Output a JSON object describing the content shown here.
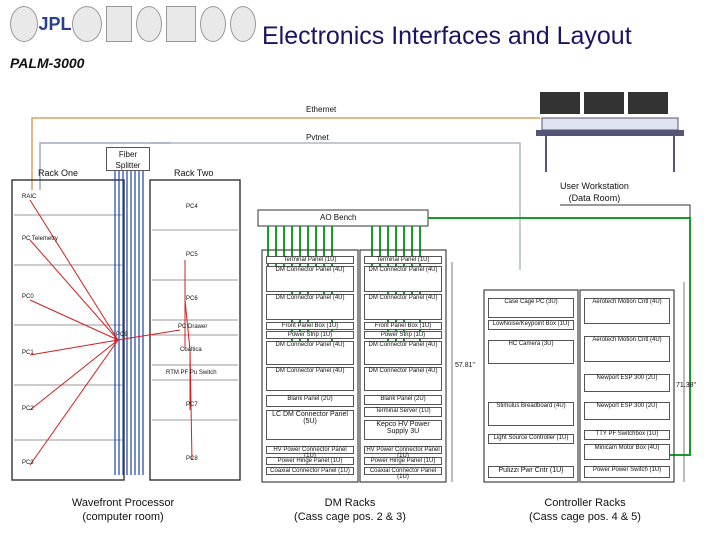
{
  "header": {
    "title": "Electronics Interfaces and Layout",
    "subtitle": "PALM-3000",
    "logos": [
      {
        "name": "caltech-seal-logo",
        "text": ""
      },
      {
        "name": "jpl-logo",
        "text": "JPL"
      },
      {
        "name": "university-seal-logo",
        "text": ""
      },
      {
        "name": "cornell-logo",
        "text": ""
      },
      {
        "name": "seal-logo-2",
        "text": ""
      },
      {
        "name": "star-logo",
        "text": ""
      },
      {
        "name": "nsf-logo",
        "text": ""
      },
      {
        "name": "moore-logo",
        "text": ""
      }
    ]
  },
  "networks": {
    "ethernet": "Ethernet",
    "pvtnet": "Pvtnet"
  },
  "fiber_splitter": "Fiber\nSplitter",
  "racks": {
    "one": "Rack One",
    "two": "Rack Two"
  },
  "rack_one_items": [
    "RAIC",
    "PC Telemetry",
    "PC0",
    "PC1",
    "PC2",
    "PC3"
  ],
  "rack_two_items": [
    "PC4",
    "PC5",
    "PC6",
    "PC Drawer",
    "Coaltica",
    "RTM PF Pu Switch",
    "PC7",
    "PC8"
  ],
  "pc9": "PC9",
  "ao_bench": "AO Bench",
  "workstation": "User Workstation\n(Data Room)",
  "dm_rack_a": [
    "Terminal Panel (1U)",
    "DM Connector Panel (4U)",
    "DM Connector Panel (4U)",
    "Front Panel Box (1U)",
    "Power Strip (1U)",
    "DM Connector Panel (4U)",
    "DM Connector Panel (4U)",
    "Blank Panel (2U)",
    "LC DM Connector Panel (5U)",
    "HV Power Connector Panel (1U)",
    "Power Hinge Panel (1U)",
    "Coaxial Connector Panel (1U)"
  ],
  "dm_rack_b": [
    "Terminal Panel (1U)",
    "DM Connector Panel (4U)",
    "DM Connector Panel (4U)",
    "Front Panel Box (1U)",
    "Power Strip (1U)",
    "DM Connector Panel (4U)",
    "DM Connector Panel (4U)",
    "Blank Panel (2U)",
    "Terminal Server (1U)",
    "Kepco HV Power Supply 3U",
    "HV Power Connector Panel (1U)",
    "Power Hinge Panel (1U)",
    "Coaxial Connector Panel (1U)"
  ],
  "ctrl_rack_a": [
    "Case Cage PC (3U)",
    "LowNoise/Keypoint Box (1U)",
    "HC Camera (3U)",
    "Stimulus Breadboard (4U)",
    "Light Source Controller (1U)",
    "Pulizzi Pwr Cntr (1U)"
  ],
  "ctrl_rack_b": [
    "Aerotech Motion Cntl (4U)",
    "Aerotech Motion Cntl (4U)",
    "Newport ESP 300 (2U)",
    "Newport ESP 300 (2U)",
    "TTY PF Switchbox (1U)",
    "Minicam Motor Box (4U)",
    "Power Power Switch (1U)"
  ],
  "dimensions": {
    "dm": "57.81\"",
    "ctrl": "71.38\""
  },
  "captions": {
    "wfp_line1": "Wavefront Processor",
    "wfp_line2": "(computer room)",
    "dm_line1": "DM Racks",
    "dm_line2": "(Cass cage pos. 2 & 3)",
    "ctrl_line1": "Controller Racks",
    "ctrl_line2": "(Cass cage pos. 4 & 5)"
  },
  "colors": {
    "ethernet": "#d9a060",
    "pvtnet": "#a0a8b8",
    "fiber": "#1f3fb0",
    "red": "#d02020",
    "green": "#1a9a2a",
    "title": "#1b1464"
  }
}
